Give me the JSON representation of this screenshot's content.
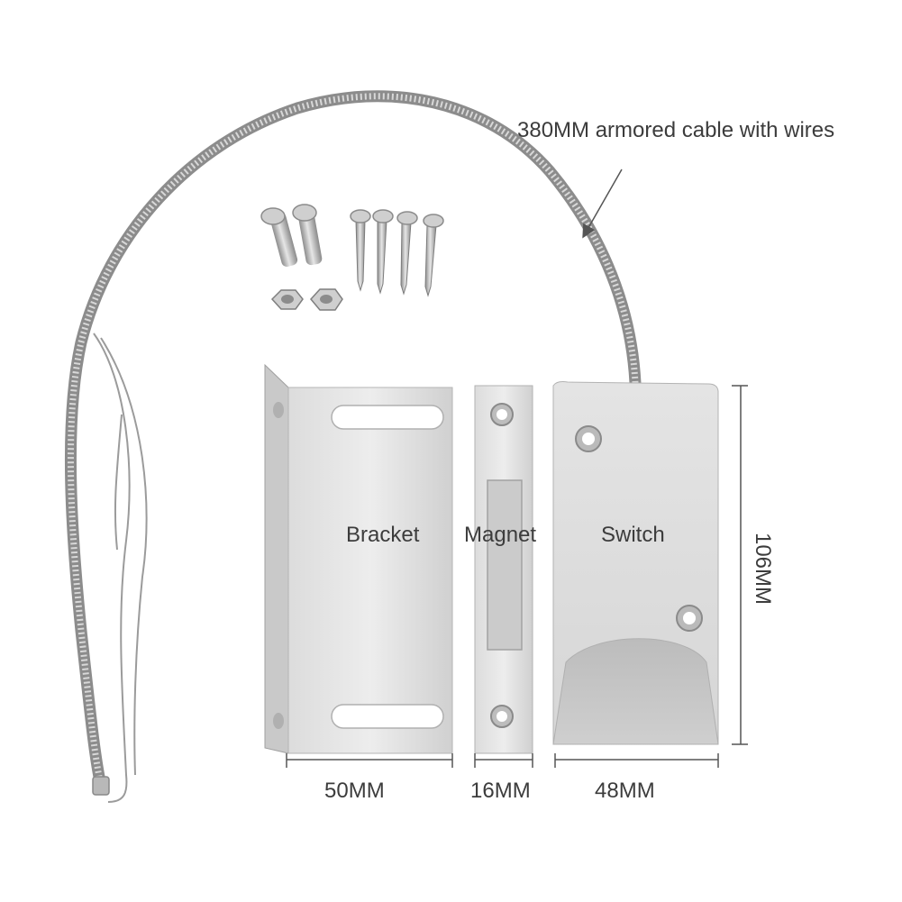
{
  "labels": {
    "cable": "380MM armored cable with wires",
    "bracket": "Bracket",
    "magnet": "Magnet",
    "switch": "Switch"
  },
  "dimensions": {
    "bracket_width": "50MM",
    "magnet_width": "16MM",
    "switch_width": "48MM",
    "switch_height": "106MM"
  },
  "colors": {
    "metal_light": "#ececec",
    "metal_mid": "#d4d4d4",
    "metal_dark": "#a9a9a9",
    "cable": "#9a9a9a",
    "text": "#3c3c3c",
    "dim_line": "#555555"
  }
}
